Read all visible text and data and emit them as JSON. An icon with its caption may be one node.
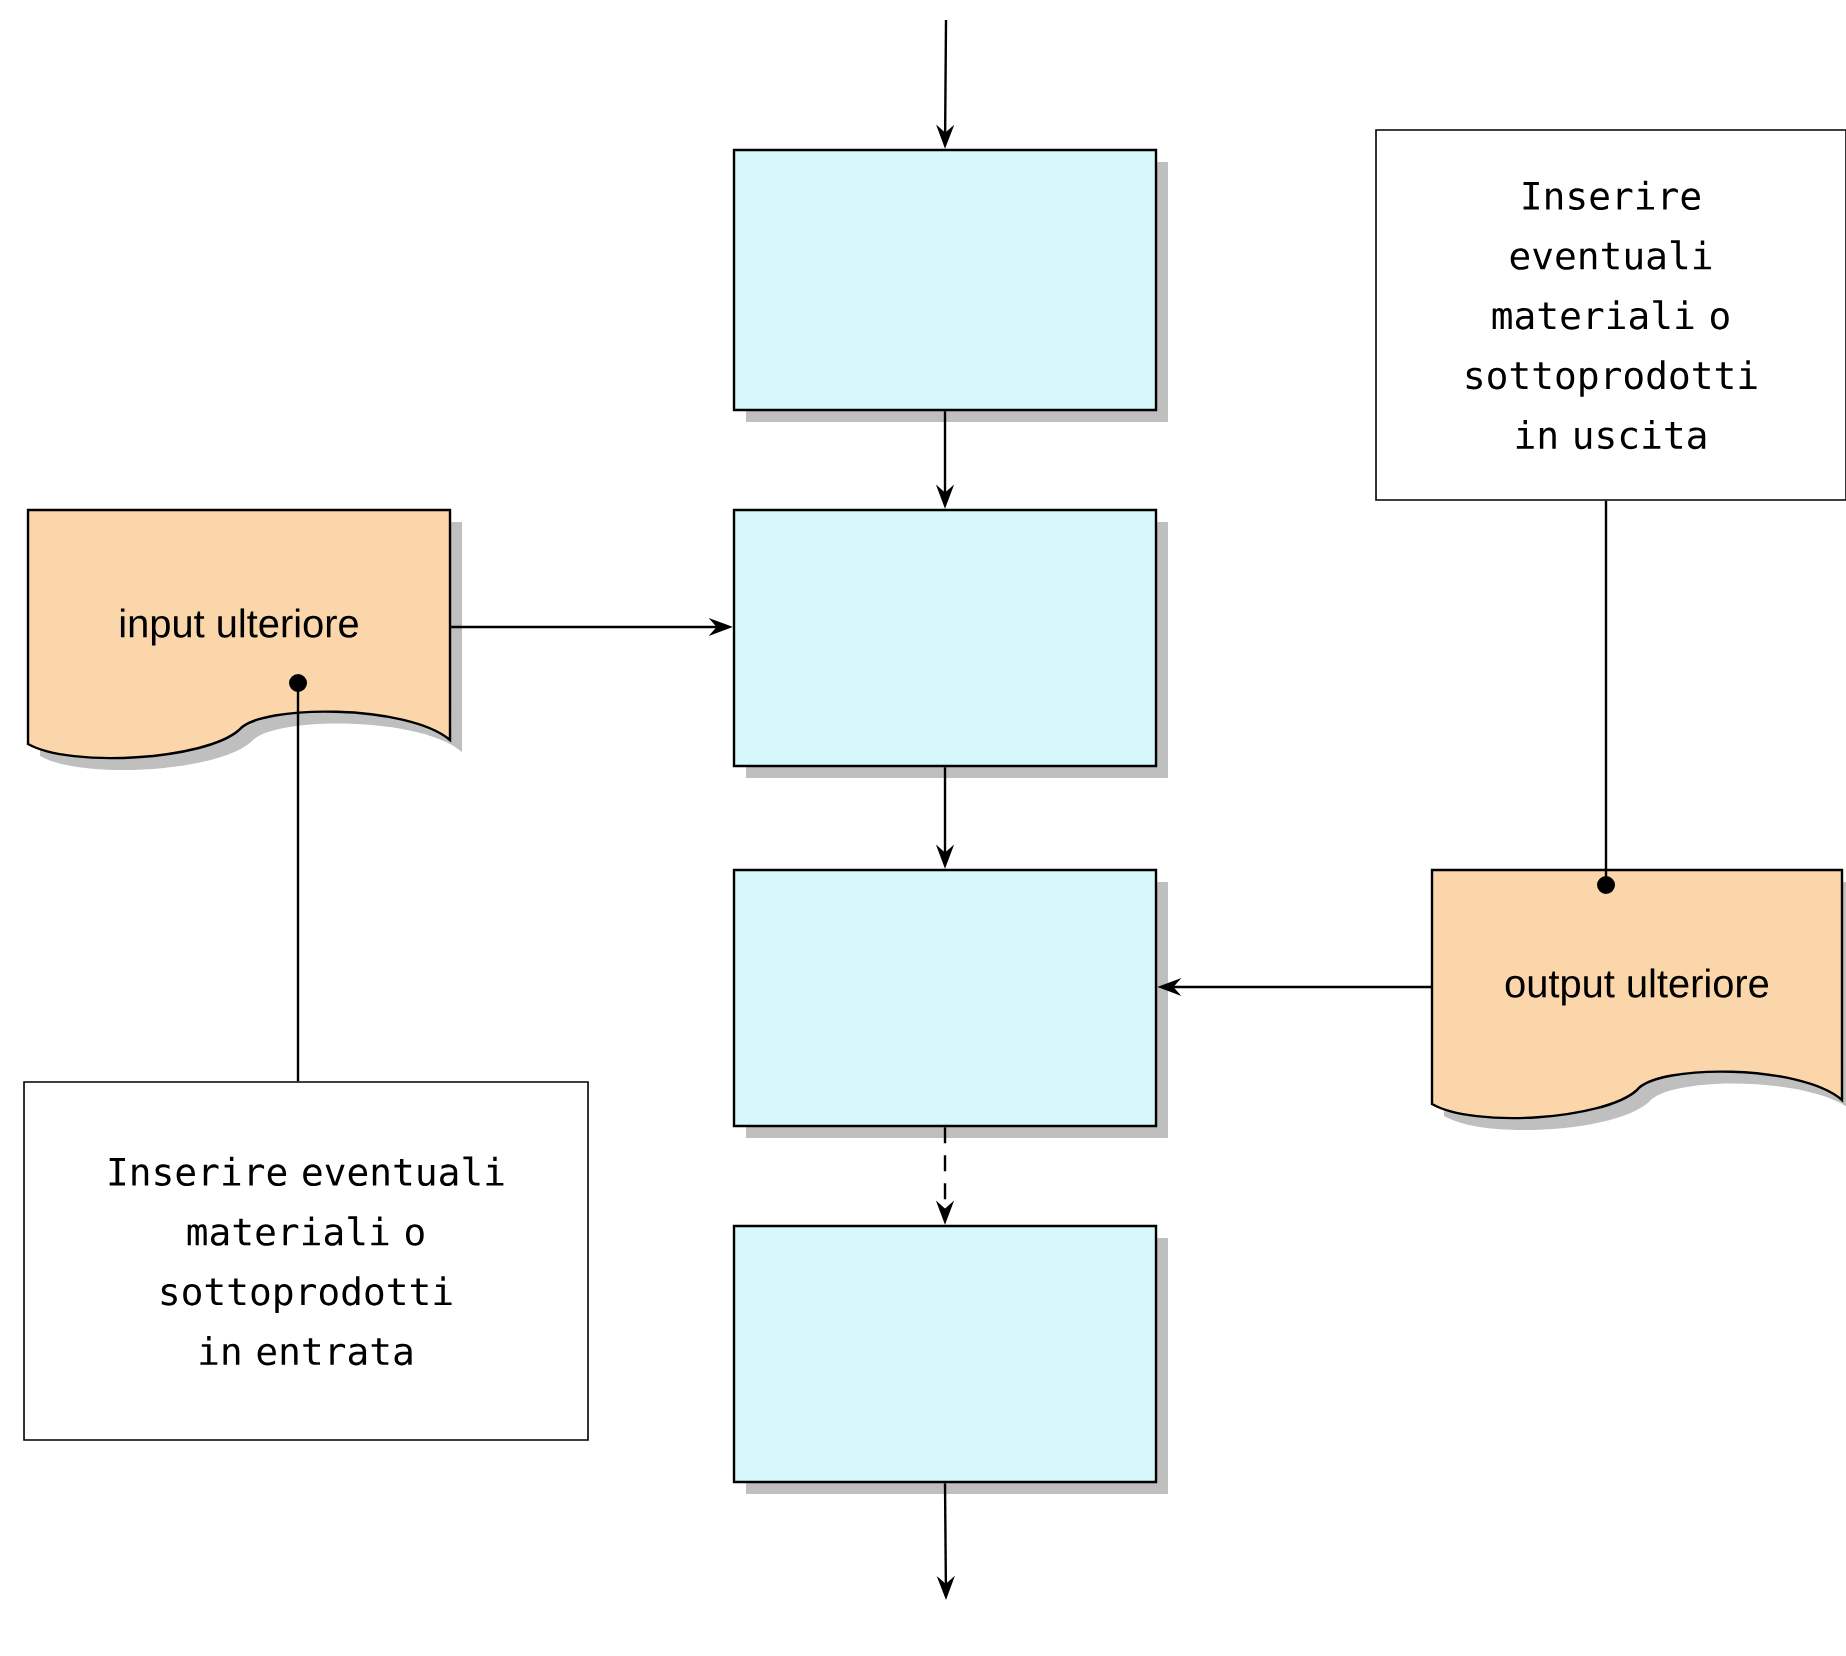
{
  "diagram": {
    "nodes": [
      {
        "text": [],
        "shape": "box"
      },
      {
        "text": [
          "Inserire eventuali materiali o sottoprodotti in uscita"
        ]
      },
      {
        "text": [
          "input ulteriore"
        ]
      },
      {
        "text": [],
        "shape": "box"
      },
      {
        "text": [],
        "shape": "box"
      },
      {
        "text": [
          "output ulteriore"
        ]
      },
      {
        "text": [
          "Inserire eventuali materiali o sottoprodotti in entrata"
        ]
      },
      {
        "text": [],
        "shape": "box"
      }
    ],
    "edges": [
      {
        "from": null,
        "to": 0,
        "arrow": "to"
      },
      {
        "from": 0,
        "to": 3,
        "arrow": "to"
      },
      {
        "from": 3,
        "to": 4,
        "arrow": "to"
      },
      {
        "from": 4,
        "to": 7,
        "arrow": "to",
        "style": "dashed"
      },
      {
        "from": 7,
        "to": null,
        "arrow": "to"
      },
      {
        "from": 2,
        "to": 3,
        "arrow": "to"
      },
      {
        "from": 5,
        "to": 4,
        "arrow": "to"
      },
      {
        "from": 1,
        "to": 5,
        "arrow": "other"
      },
      {
        "from": 6,
        "to": 2,
        "arrow": "other"
      }
    ]
  }
}
